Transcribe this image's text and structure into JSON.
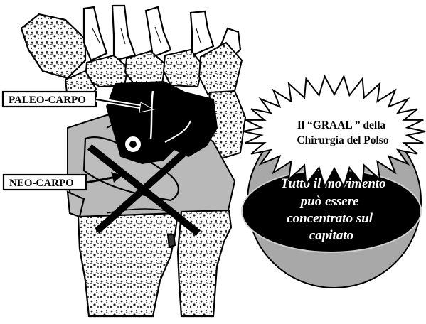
{
  "labels": {
    "paleo": "PALEO-CARPO",
    "neo": "NEO-CARPO"
  },
  "burst": {
    "line1": "Il “GRAAL ”  della",
    "line2": "Chirurgia del Polso"
  },
  "ellipse": {
    "line1": "Tutto il movimento",
    "line2": "può essere",
    "line3": "concentrato sul",
    "line4": "capitato"
  },
  "colors": {
    "bone": "#ffffff",
    "neo_carpus": "#b9b9b9",
    "paleo_carpus": "#000000",
    "sphere": "#a8a8a8",
    "ellipse": "#000000"
  },
  "icons": [
    "cross-x-icon",
    "callout-arrow-icon",
    "starburst-icon"
  ]
}
